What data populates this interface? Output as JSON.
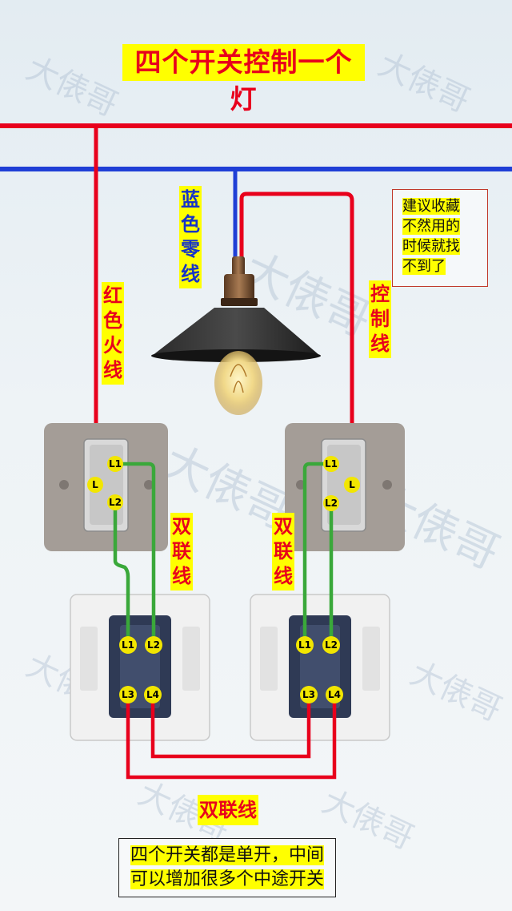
{
  "title": "四个开关控制一个灯",
  "labels": {
    "neutral": "蓝色\n零线",
    "live": "红色\n火线",
    "control": "控制\n线",
    "double_left": "双联\n线",
    "double_right": "双联\n线",
    "double_bottom": "双联线"
  },
  "note": "建议收藏\n不然用的\n时候就找\n不到了",
  "bottom_note": "四个开关都是单开，中间\n可以增加很多个中途开关",
  "terminals": {
    "two_way": {
      "l": "L",
      "l1": "L1",
      "l2": "L2"
    },
    "intermediate": {
      "l1": "L1",
      "l2": "L2",
      "l3": "L3",
      "l4": "L4"
    }
  },
  "watermark": "大俵哥",
  "colors": {
    "live_wire": "#e8001c",
    "neutral_wire": "#1f3fd6",
    "link_wire": "#3aa83a",
    "label_bg": "#ffff00",
    "terminal": "#f2e600"
  }
}
